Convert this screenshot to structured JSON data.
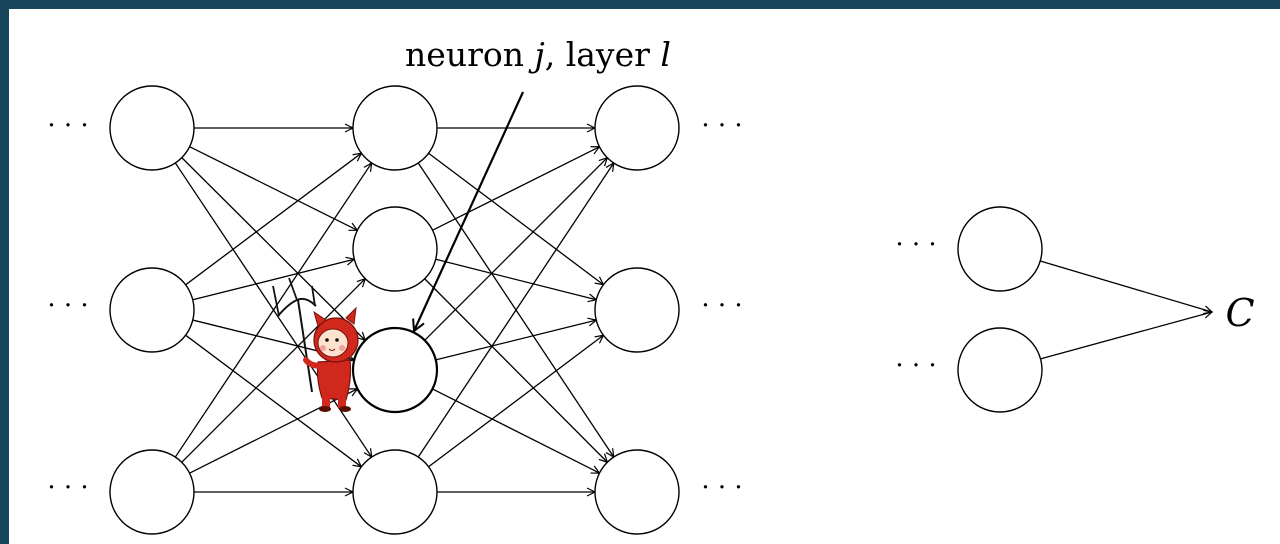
{
  "labels": {
    "neuron_word": "neuron",
    "neuron_index": "j",
    "separator": ", ",
    "layer_word": "layer",
    "layer_index": "l",
    "ellipsis": "· · ·",
    "cost": "C"
  },
  "colors": {
    "background": "#16455c",
    "panel": "#ffffff",
    "stroke": "#000000",
    "demon": "#d0281c"
  },
  "network": {
    "layers": [
      {
        "layer": "previous",
        "neurons": 3
      },
      {
        "layer": "l",
        "neurons": 4,
        "marked_neuron": 3
      },
      {
        "layer": "next",
        "neurons": 3
      }
    ],
    "connections": "fully-connected",
    "output_neurons": 2,
    "output_target": "C"
  },
  "icons": {
    "demon": "demon-with-pitchfork-icon"
  }
}
